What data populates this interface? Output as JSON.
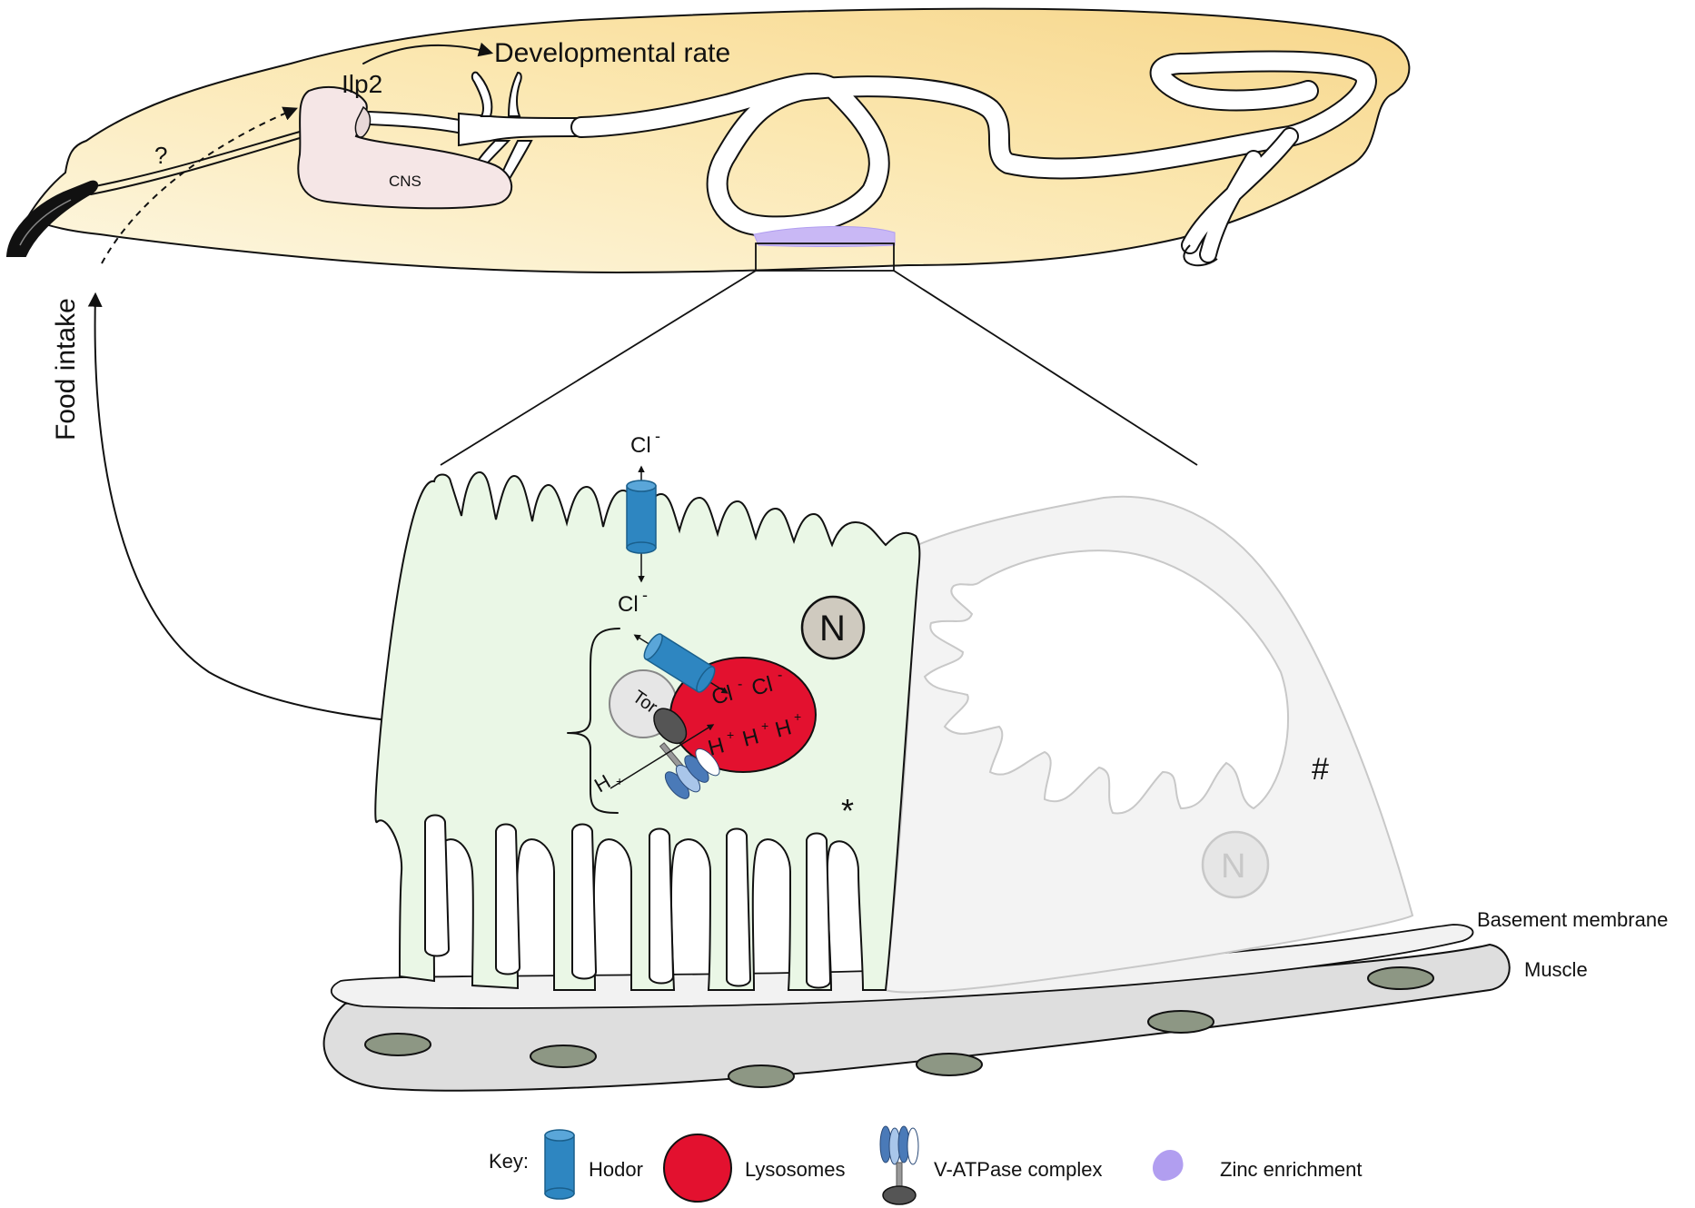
{
  "larva": {
    "developmental_rate": "Developmental rate",
    "ilp2": "Ilp2",
    "question_mark": "?",
    "cns": "CNS",
    "food_intake": "Food intake"
  },
  "cell": {
    "cl_top": "Cl",
    "cl_mid": "Cl",
    "charge_minus": "-",
    "lysosome_cl_1": "Cl",
    "lysosome_cl_2": "Cl",
    "h_plus_1": "H",
    "h_plus_2": "H",
    "h_plus_3": "H",
    "h_plus_cytosol": "H",
    "charge_plus": "+",
    "tor": "Tor",
    "nucleus_main": "N",
    "nucleus_neighbor": "N",
    "asterisk": "*",
    "hash": "#",
    "basement_membrane": "Basement membrane",
    "muscle": "Muscle"
  },
  "key": {
    "title": "Key:",
    "items": [
      {
        "label": "Hodor",
        "icon": "blue-cylinder-icon",
        "color": "#2e86c1"
      },
      {
        "label": "Lysosomes",
        "icon": "red-circle-icon",
        "color": "#e3112f"
      },
      {
        "label": "V-ATPase complex",
        "icon": "v-atpase-icon",
        "color": "#4a7ab8"
      },
      {
        "label": "Zinc enrichment",
        "icon": "purple-blob-icon",
        "color": "#b19ef0"
      }
    ]
  },
  "colors": {
    "larva_fill_light": "#fdf6dd",
    "larva_fill_dark": "#f8d990",
    "cell_green": "#eaf7e6",
    "neighbor_cell_gray": "#f3f3f3",
    "zinc_purple": "#c9b8f5",
    "lysosome_red": "#e3112f",
    "hodor_blue": "#2e86c1",
    "cns_pink": "#f5e6e6",
    "muscle_gray": "#dedede",
    "muscle_nucleus": "#8d9784"
  }
}
